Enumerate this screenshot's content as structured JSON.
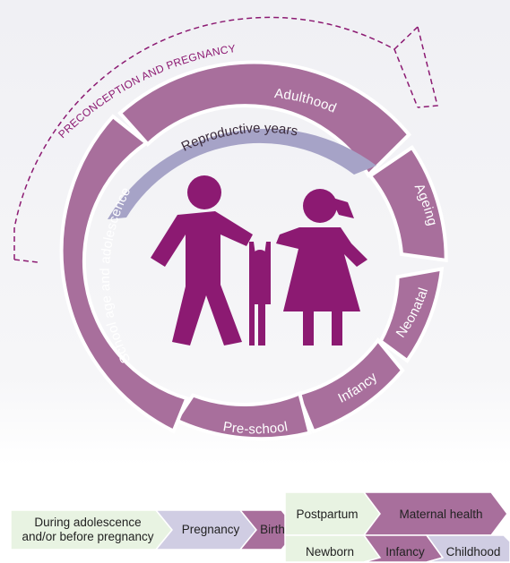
{
  "diagram": {
    "arc_label": "PRECONCEPTION AND PREGNANCY",
    "inner_band_label": "Reproductive years",
    "segments": [
      {
        "label": "Adulthood"
      },
      {
        "label": "Ageing"
      },
      {
        "label": "Neonatal"
      },
      {
        "label": "Infancy"
      },
      {
        "label": "Pre-school"
      },
      {
        "label": "School age and adolescence"
      }
    ],
    "colors": {
      "segment": "#a86f9c",
      "inner_band": "#a6a3c7",
      "figures": "#8c1a72",
      "arrow": "#8c1a72",
      "light_green": "#e8f3e2",
      "lavender": "#d0cde3"
    }
  },
  "continuum": {
    "steps": [
      {
        "label_line1": "During adolescence",
        "label_line2": "and/or before pregnancy"
      },
      {
        "label": "Pregnancy"
      },
      {
        "label": "Birth"
      },
      {
        "label": "Postpartum"
      },
      {
        "label": "Maternal health"
      },
      {
        "label": "Newborn"
      },
      {
        "label": "Infancy"
      },
      {
        "label": "Childhood"
      }
    ]
  }
}
